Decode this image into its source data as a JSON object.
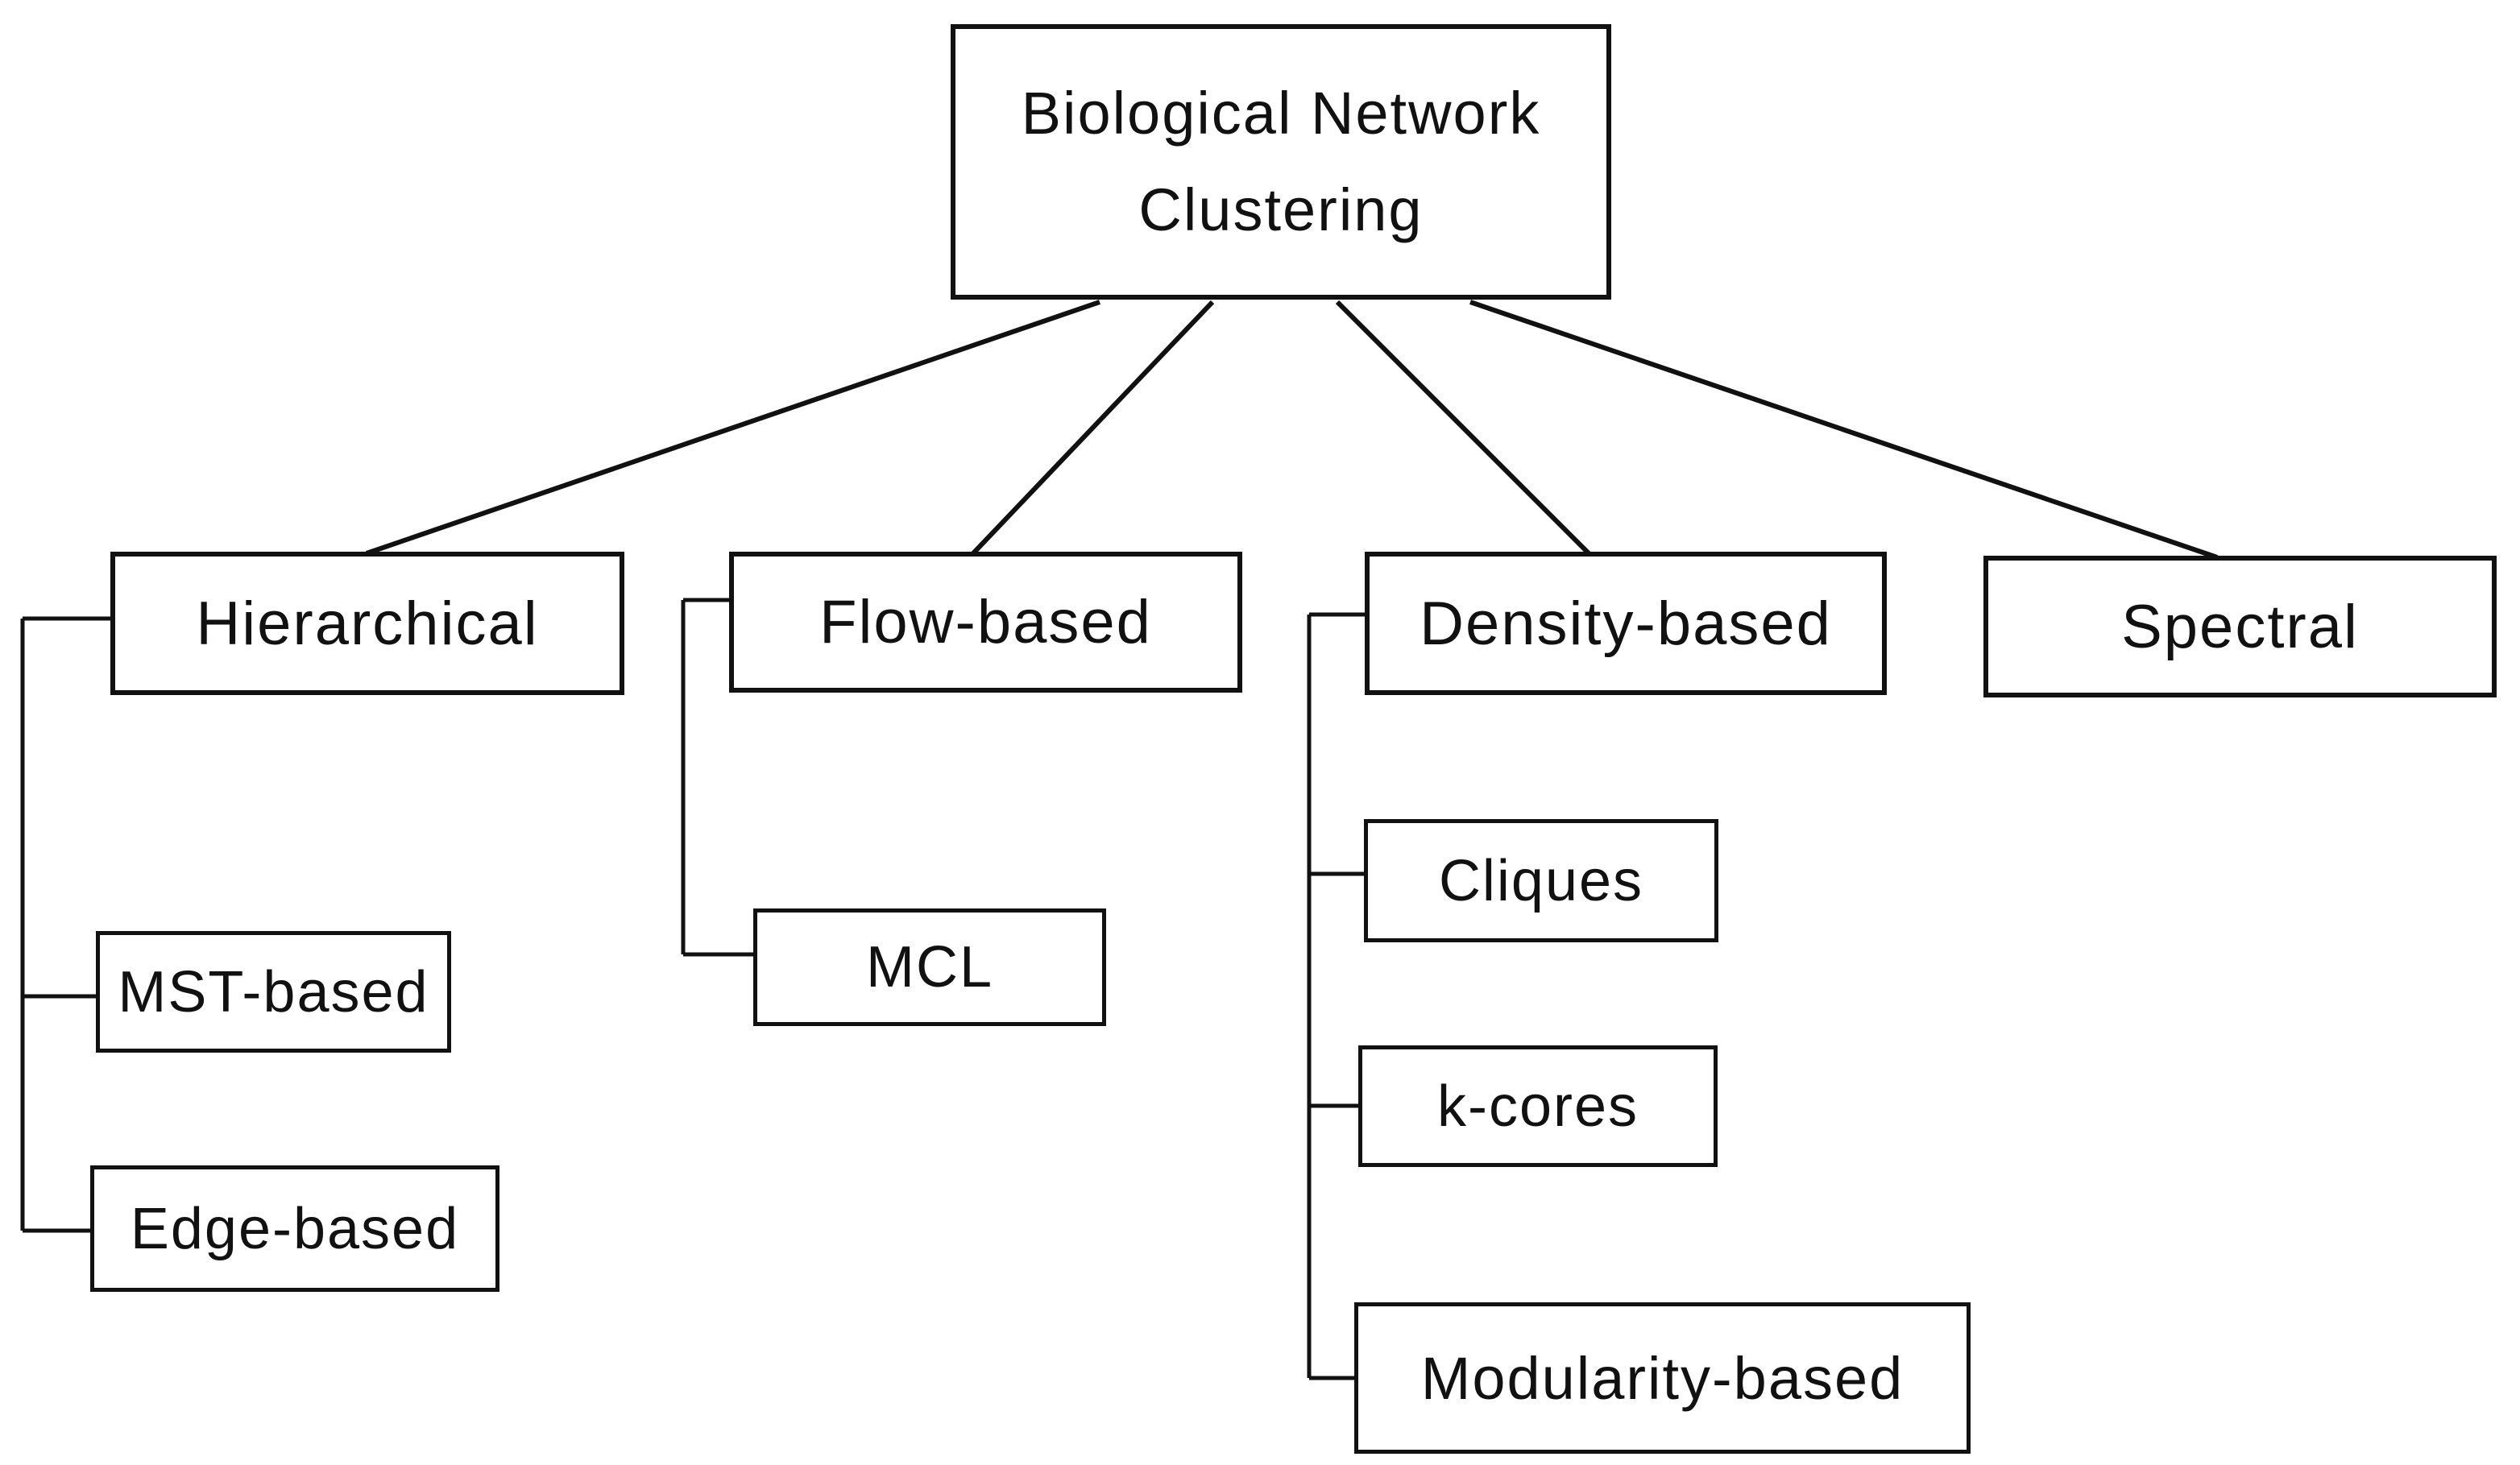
{
  "title": "Biological Network Clustering taxonomy diagram",
  "colors": {
    "background": "#ffffff",
    "line": "#111111",
    "box_border": "#111111",
    "text": "#111111"
  },
  "nodes": {
    "root": {
      "line1": "Biological Network",
      "line2": "Clustering"
    },
    "hierarchical": {
      "label": "Hierarchical"
    },
    "flow": {
      "label": "Flow-based"
    },
    "density": {
      "label": "Density-based"
    },
    "spectral": {
      "label": "Spectral"
    },
    "mst": {
      "label": "MST-based"
    },
    "edge": {
      "label": "Edge-based"
    },
    "mcl": {
      "label": "MCL"
    },
    "cliques": {
      "label": "Cliques"
    },
    "kcores": {
      "label": "k-cores"
    },
    "modularity": {
      "label": "Modularity-based"
    }
  },
  "edges": [
    {
      "from": "root",
      "to": "hierarchical"
    },
    {
      "from": "root",
      "to": "flow"
    },
    {
      "from": "root",
      "to": "density"
    },
    {
      "from": "root",
      "to": "spectral"
    },
    {
      "from": "hierarchical",
      "to": "mst"
    },
    {
      "from": "hierarchical",
      "to": "edge"
    },
    {
      "from": "flow",
      "to": "mcl"
    },
    {
      "from": "density",
      "to": "cliques"
    },
    {
      "from": "density",
      "to": "kcores"
    },
    {
      "from": "density",
      "to": "modularity"
    }
  ]
}
